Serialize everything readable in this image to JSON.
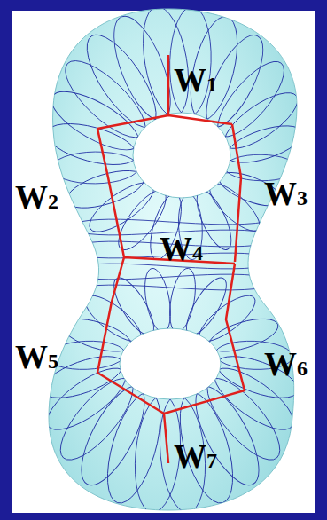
{
  "diagram": {
    "labels": [
      "W1",
      "W2",
      "W3",
      "W4",
      "W5",
      "W6",
      "W7"
    ]
  }
}
